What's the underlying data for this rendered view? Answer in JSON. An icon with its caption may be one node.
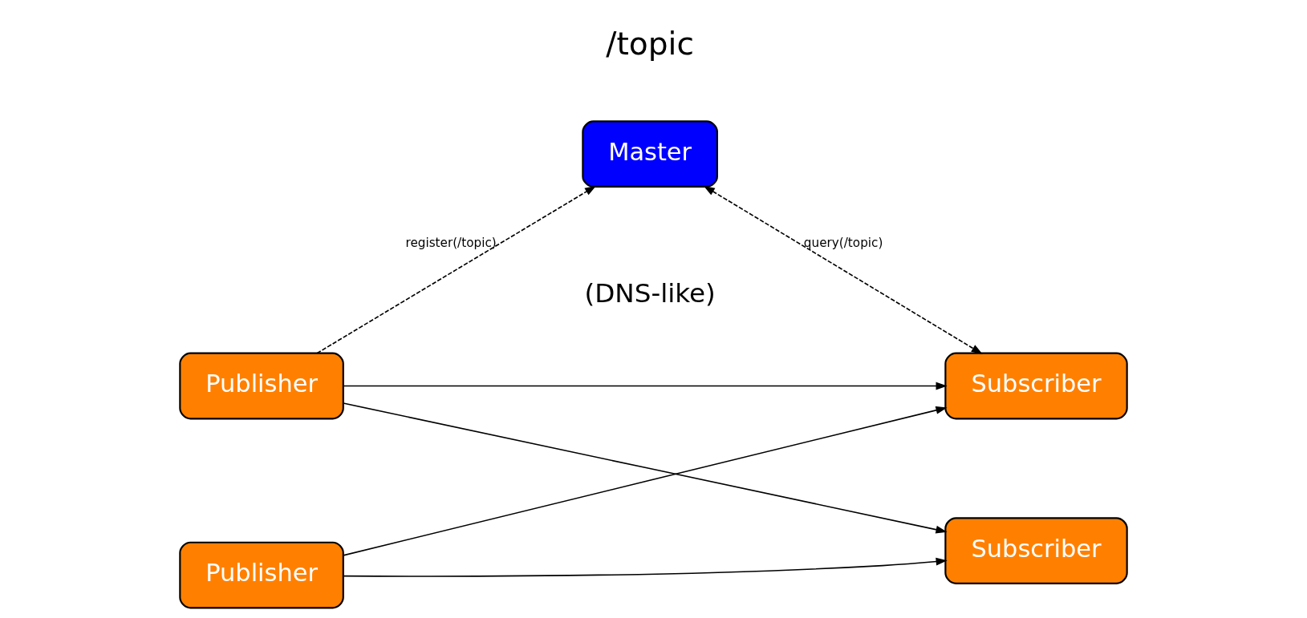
{
  "diagram": {
    "nodes": [
      {
        "text": [
          "Master"
        ],
        "beside": [
          "(DNS-like)"
        ]
      },
      {
        "text": [
          "Publisher"
        ]
      },
      {
        "text": [
          "Publisher"
        ]
      },
      {
        "text": [
          "Subscriber"
        ]
      },
      {
        "text": [
          "Subscriber"
        ]
      }
    ],
    "edges": [
      {
        "from": 1,
        "to": 0,
        "arrow": "to",
        "style": "dashed",
        "label": "register(/topic)"
      },
      {
        "from": 0,
        "to": 3,
        "arrow": "both",
        "style": "dashed",
        "label": "query(/topic)"
      },
      {
        "from": 1,
        "to": 3,
        "arrow": "to"
      },
      {
        "from": 1,
        "to": 4,
        "arrow": "to"
      },
      {
        "from": 2,
        "to": 3,
        "arrow": "to"
      },
      {
        "from": 2,
        "to": 4,
        "arrow": "to"
      }
    ],
    "labels": [
      "/topic"
    ]
  }
}
